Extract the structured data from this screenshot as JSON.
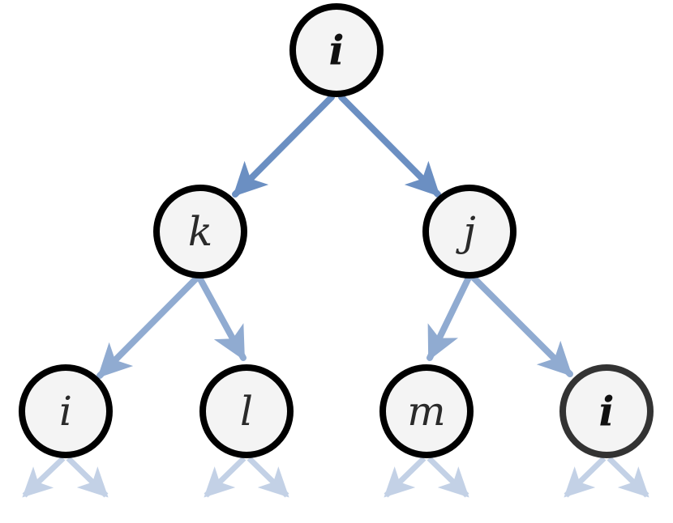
{
  "colors": {
    "edge": "#6b8fc2",
    "node_fill": "#f4f4f4",
    "node_stroke": "#000000",
    "node_stroke_dim": "#333333"
  },
  "nodes": [
    {
      "id": "root",
      "label": "i",
      "bold": true
    },
    {
      "id": "left",
      "label": "k"
    },
    {
      "id": "right",
      "label": "j"
    },
    {
      "id": "ll",
      "label": "i"
    },
    {
      "id": "lr",
      "label": "l"
    },
    {
      "id": "rl",
      "label": "m"
    },
    {
      "id": "rr",
      "label": "i",
      "bold": true
    }
  ]
}
